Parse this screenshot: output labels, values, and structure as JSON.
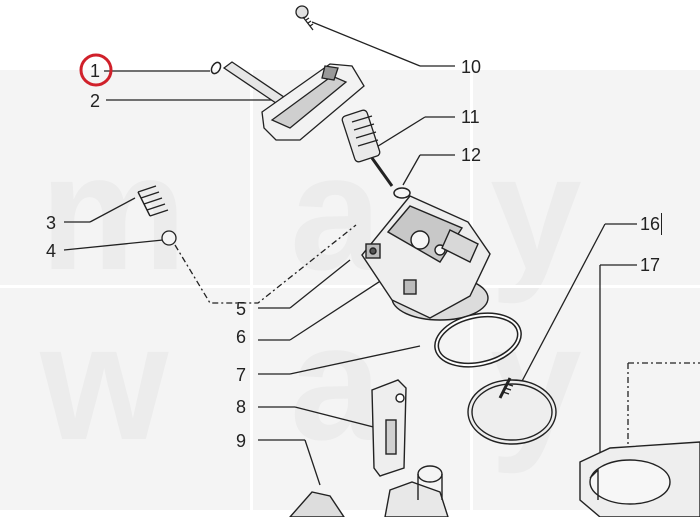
{
  "diagram": {
    "callouts": [
      {
        "id": "c1",
        "number": "1",
        "highlighted": true
      },
      {
        "id": "c2",
        "number": "2"
      },
      {
        "id": "c3",
        "number": "3"
      },
      {
        "id": "c4",
        "number": "4"
      },
      {
        "id": "c5",
        "number": "5"
      },
      {
        "id": "c6",
        "number": "6"
      },
      {
        "id": "c7",
        "number": "7"
      },
      {
        "id": "c8",
        "number": "8"
      },
      {
        "id": "c9",
        "number": "9"
      },
      {
        "id": "c10",
        "number": "10"
      },
      {
        "id": "c11",
        "number": "11"
      },
      {
        "id": "c12",
        "number": "12"
      },
      {
        "id": "c16",
        "number": "16"
      },
      {
        "id": "c17",
        "number": "17"
      }
    ],
    "highlight_color": "#d0202a",
    "line_color": "#222222",
    "watermark_color": "#ececec"
  }
}
